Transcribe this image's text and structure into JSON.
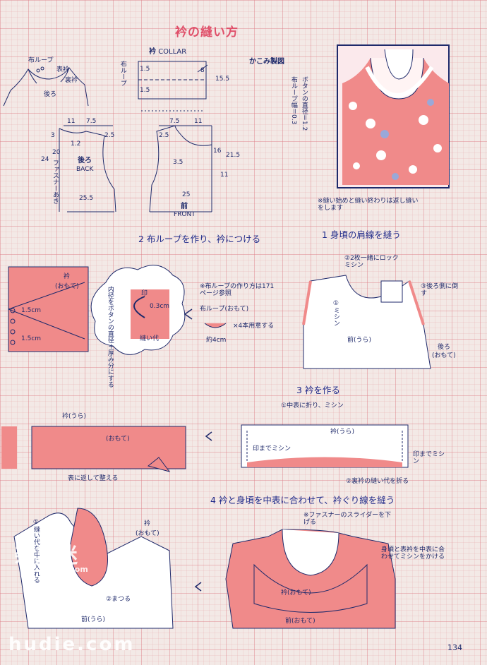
{
  "title": "衿の縫い方",
  "collar": {
    "heading": "衿",
    "heading_en": "COLLAR",
    "loop": "布ループ",
    "m15a": "1.5",
    "m15b": "1.5",
    "m155": "15.5",
    "m8": "8"
  },
  "key": {
    "loop": "布ループ",
    "omote": "表衿",
    "ura": "裏衿",
    "ushiro": "後ろ"
  },
  "kakomi": "かこみ製図",
  "button_note": "ボタンの直径＝1.2",
  "loop_width_note": "布ループ幅＝0.3",
  "back": {
    "d11": "11",
    "d75": "7.5",
    "d3": "3",
    "d25": "2.5",
    "d12": "1.2",
    "d24": "24",
    "d20": "20",
    "zip": "ファスナーあき",
    "label": "後ろ",
    "label_en": "BACK",
    "d255": "25.5"
  },
  "front": {
    "d75": "7.5",
    "d11": "11",
    "d25": "2.5",
    "d35": "3.5",
    "d16": "16",
    "d215": "21.5",
    "d11b": "11",
    "d25b": "25",
    "label": "前",
    "label_en": "FRONT"
  },
  "note_backstitch": "※縫い始めと縫い終わりは返し縫いをします",
  "step1": {
    "heading": "1 身頃の肩線を縫う",
    "serge": "②2枚一緒にロックミシン",
    "sew": "①ミシン",
    "toback": "③後ろ側に倒す",
    "mae": "前(うら)",
    "ushiro": "後ろ",
    "omote": "(おもて)"
  },
  "step2": {
    "heading": "2 布ループを作り、衿につける",
    "collar": "衿",
    "omote": "(おもて)",
    "m15a": "1.5cm",
    "m15b": "1.5cm",
    "bubble_note": "内径をボタンの直径＋厚み分にする",
    "mark": "印",
    "m03": "0.3cm",
    "seam": "縫い代",
    "ref": "※布ループの作り方は171ページ参照",
    "loop_label": "布ループ(おもて)",
    "qty": "×4本用意する",
    "len": "約4cm"
  },
  "step3": {
    "heading": "3 衿を作る",
    "fold": "①中表に折り、ミシン",
    "ura": "衿(うら)",
    "mark_left": "印までミシン",
    "mark_right": "印までミシン",
    "fold_seam": "②裏衿の縫い代を折る",
    "collar_ura": "衿(うら)",
    "collar_omote": "(おもて)",
    "turn": "表に返して整える"
  },
  "step4": {
    "heading": "4 衿と身頃を中表に合わせて、衿ぐり線を縫う",
    "zip_note": "※ファスナーのスライダーを下げる",
    "sew_note": "身頃と表衿を中表に合わせてミシンをかける",
    "collar": "衿(おもて)",
    "front": "前(おもて)",
    "left_sew": "①縫い代を中に入れる",
    "left_collar": "衿",
    "left_omote": "(おもて)",
    "whip": "②まつる",
    "left_front": "前(うら)"
  },
  "watermark_cn": "杂志迷",
  "watermark_url": "zazhimi.com",
  "watermark_site": "hudie.com",
  "page_number": "134",
  "colors": {
    "pink": "#f08a8a",
    "navy": "#1f2a6b",
    "title": "#e0506a"
  }
}
